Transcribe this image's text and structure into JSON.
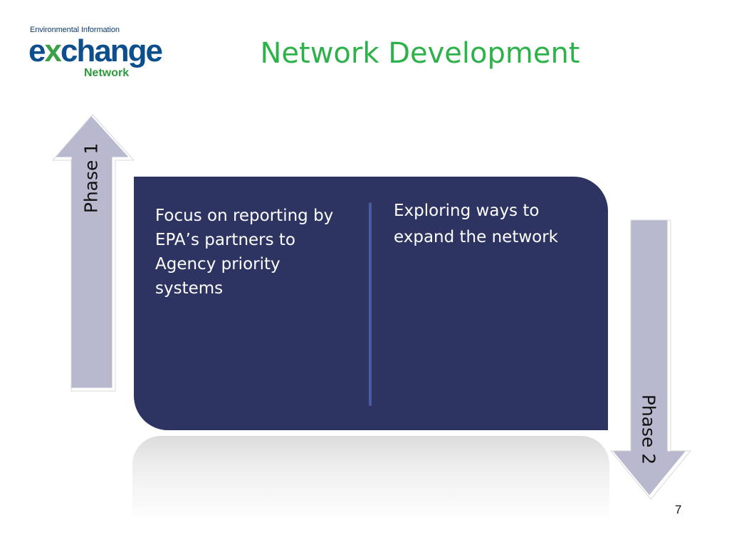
{
  "logo": {
    "top_text": "Environmental Information",
    "main_e": "e",
    "main_x": "x",
    "main_rest": "change",
    "bottom_text": "Network"
  },
  "title": "Network Development",
  "panel": {
    "left_text": "Focus on reporting by EPA’s partners to Agency priority systems",
    "right_text": "Exploring ways to expand the network"
  },
  "phases": {
    "phase1": "Phase 1",
    "phase2": "Phase 2"
  },
  "page_number": "7",
  "colors": {
    "title": "#2db24a",
    "panel": "#2e3461",
    "arrow_fill": "#b8b9cf"
  }
}
